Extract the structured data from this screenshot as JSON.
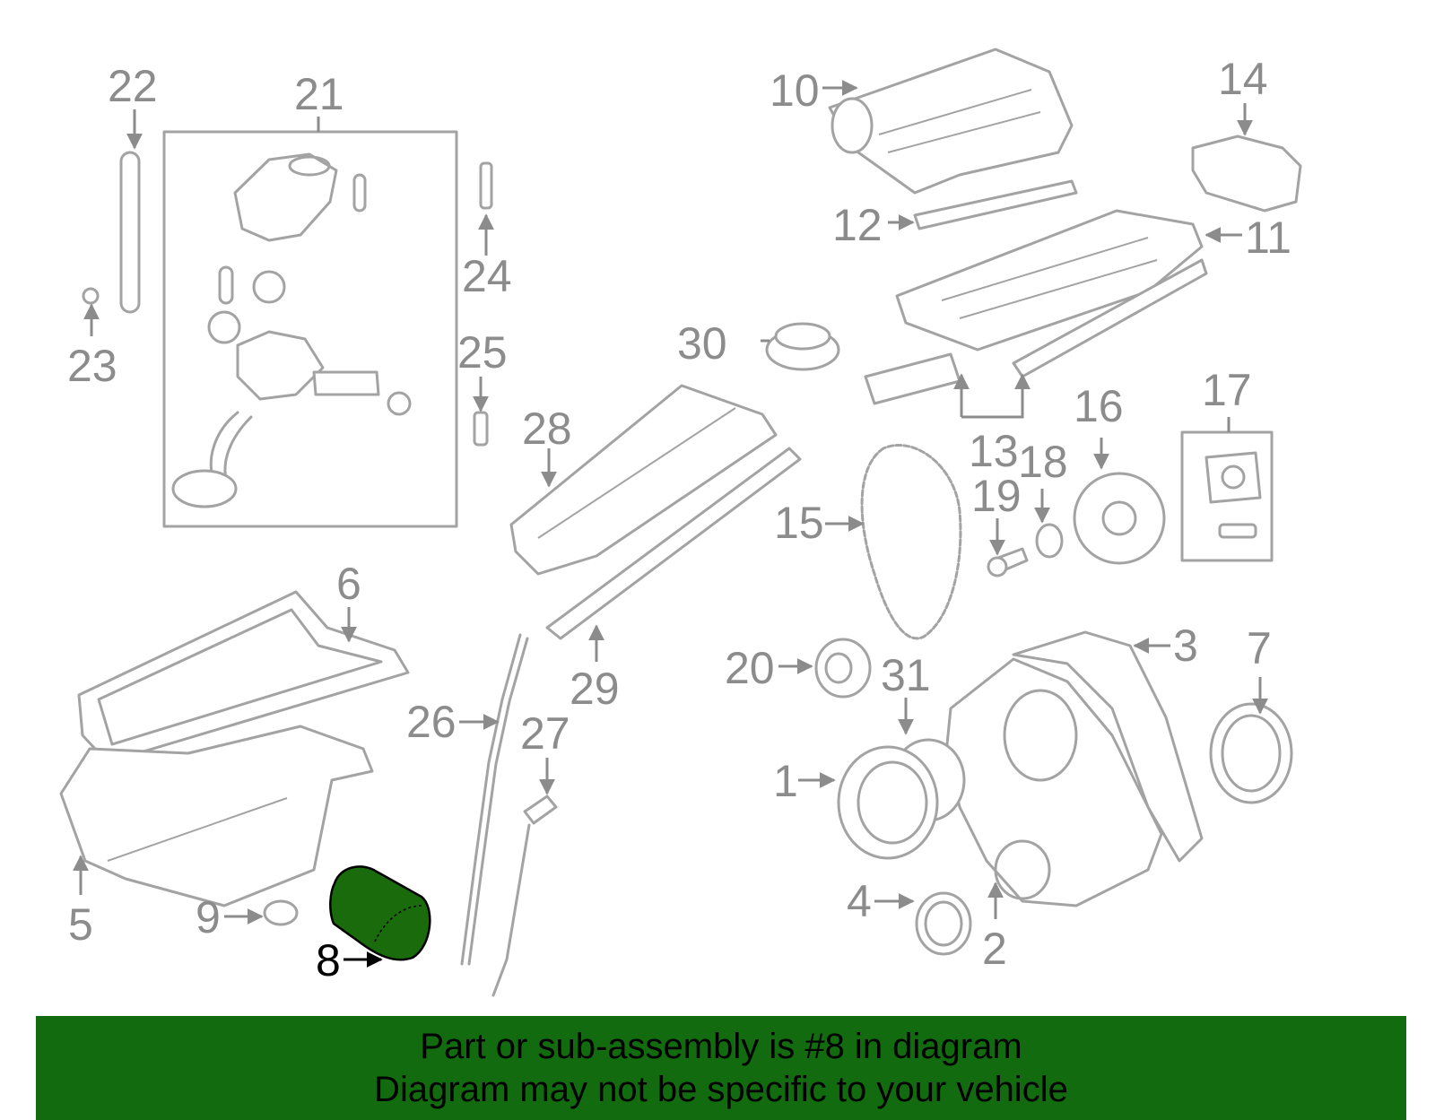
{
  "diagram": {
    "highlight_part": "8",
    "callouts": [
      "1",
      "2",
      "3",
      "4",
      "5",
      "6",
      "7",
      "8",
      "9",
      "10",
      "11",
      "12",
      "13",
      "14",
      "15",
      "16",
      "17",
      "18",
      "19",
      "20",
      "21",
      "22",
      "23",
      "24",
      "25",
      "26",
      "27",
      "28",
      "29",
      "30",
      "31"
    ]
  },
  "banner": {
    "line1": "Part or sub-assembly is #8 in diagram",
    "line2": "Diagram may not be specific to your vehicle"
  },
  "colors": {
    "banner_bg": "#136b0f",
    "highlight_fill": "#1a6b0c",
    "part_stroke": "#a3a3a3",
    "label_text": "#8c8c8c"
  }
}
